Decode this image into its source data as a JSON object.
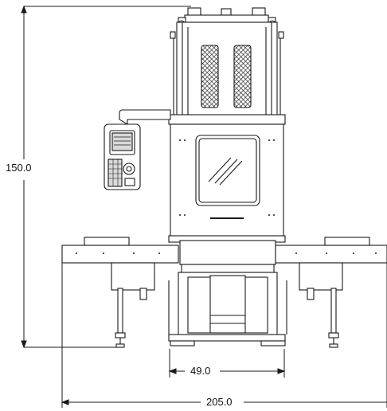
{
  "dimensions": {
    "overall_height": "150.0",
    "base_width": "49.0",
    "overall_width": "205.0"
  },
  "colors": {
    "line": "#1a1a1a",
    "fill": "#ffffff",
    "shade": "#d9d9d9"
  }
}
